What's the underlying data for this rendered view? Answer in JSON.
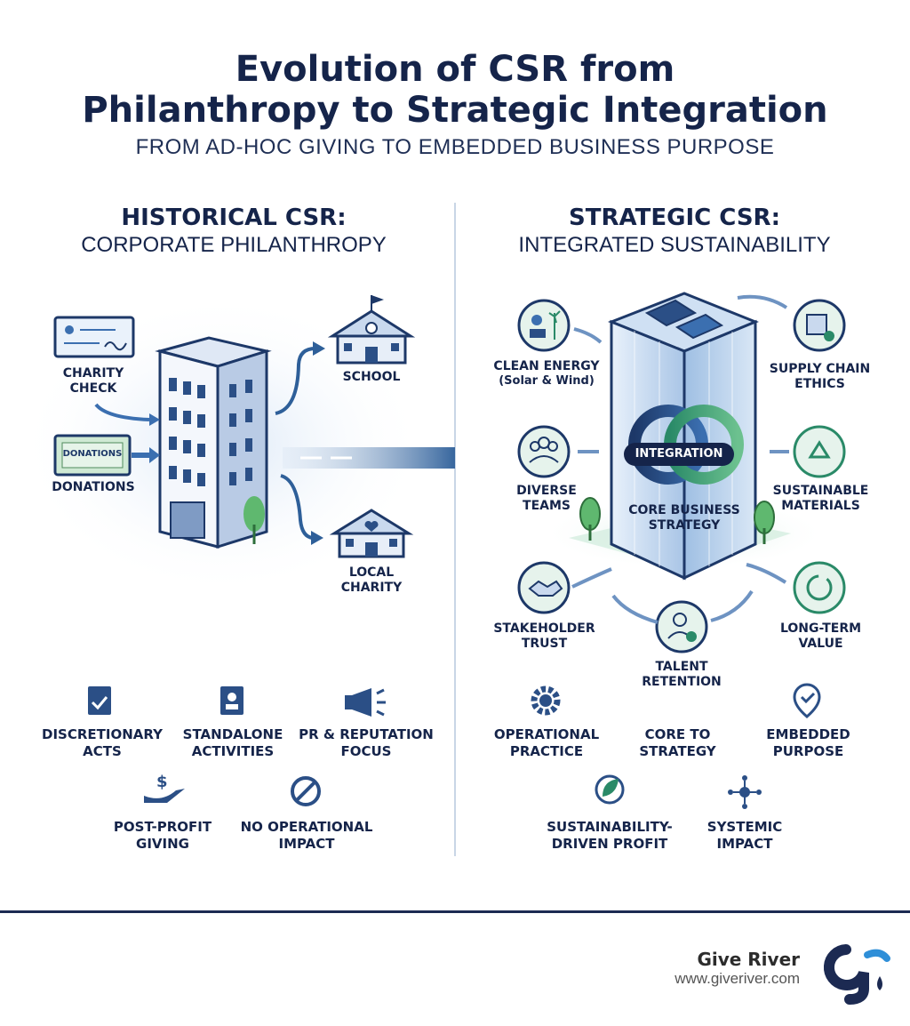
{
  "header": {
    "title_line1": "Evolution of CSR from",
    "title_line2": "Philanthropy to Strategic Integration",
    "subtitle": "FROM AD-HOC GIVING TO EMBEDDED BUSINESS PURPOSE"
  },
  "left": {
    "heading1": "HISTORICAL CSR:",
    "heading2": "CORPORATE PHILANTHROPY",
    "inputs": [
      {
        "label1": "CHARITY",
        "label2": "CHECK",
        "icon": "check-icon"
      },
      {
        "label1": "DONATIONS",
        "label2": "",
        "icon": "banknote-icon",
        "note_text": "DONATIONS"
      }
    ],
    "outputs": [
      {
        "label1": "SCHOOL",
        "label2": "",
        "icon": "school-icon"
      },
      {
        "label1": "LOCAL",
        "label2": "CHARITY",
        "icon": "heart-house-icon"
      }
    ],
    "features": [
      {
        "label1": "DISCRETIONARY",
        "label2": "ACTS",
        "icon": "document-check-icon"
      },
      {
        "label1": "STANDALONE",
        "label2": "ACTIVITIES",
        "icon": "profile-book-icon"
      },
      {
        "label1": "PR & REPUTATION",
        "label2": "FOCUS",
        "icon": "megaphone-icon"
      },
      {
        "label1": "POST-PROFIT",
        "label2": "GIVING",
        "icon": "hand-dollar-icon"
      },
      {
        "label1": "NO OPERATIONAL",
        "label2": "IMPACT",
        "icon": "prohibited-icon"
      }
    ]
  },
  "right": {
    "heading1": "STRATEGIC CSR:",
    "heading2": "INTEGRATED SUSTAINABILITY",
    "center_badge": "INTEGRATION",
    "center_label1": "CORE BUSINESS",
    "center_label2": "STRATEGY",
    "nodes": [
      {
        "label1": "CLEAN ENERGY",
        "label2": "(Solar & Wind)",
        "icon": "solar-wind-icon"
      },
      {
        "label1": "SUPPLY CHAIN",
        "label2": "ETHICS",
        "icon": "box-check-icon"
      },
      {
        "label1": "DIVERSE",
        "label2": "TEAMS",
        "icon": "people-icon"
      },
      {
        "label1": "SUSTAINABLE",
        "label2": "MATERIALS",
        "icon": "recycle-icon"
      },
      {
        "label1": "STAKEHOLDER",
        "label2": "TRUST",
        "icon": "handshake-icon"
      },
      {
        "label1": "LONG-TERM",
        "label2": "VALUE",
        "icon": "dollar-cycle-icon"
      },
      {
        "label1": "TALENT",
        "label2": "RETENTION",
        "icon": "person-check-icon"
      }
    ],
    "features": [
      {
        "label1": "OPERATIONAL",
        "label2": "PRACTICE",
        "icon": "gear-icon"
      },
      {
        "label1": "CORE TO",
        "label2": "STRATEGY",
        "icon": ""
      },
      {
        "label1": "EMBEDDED",
        "label2": "PURPOSE",
        "icon": "location-check-icon"
      },
      {
        "label1": "SUSTAINABILITY-",
        "label2": "DRIVEN PROFIT",
        "icon": "leaf-icon"
      },
      {
        "label1": "SYSTEMIC",
        "label2": "IMPACT",
        "icon": "network-icon"
      }
    ]
  },
  "footer": {
    "brand": "Give River",
    "url": "www.giveriver.com"
  },
  "colors": {
    "navy": "#15244a",
    "blue": "#3b6fb0",
    "green": "#2a8a68",
    "divider": "#c9d6e6"
  }
}
